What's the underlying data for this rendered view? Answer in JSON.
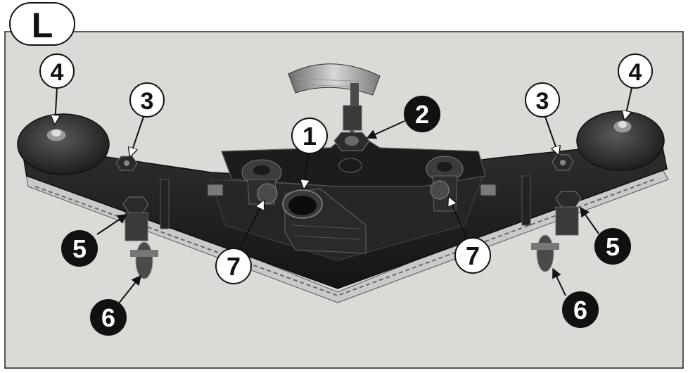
{
  "figure": {
    "panel_letter": "L",
    "background": "#d9dbd6",
    "frame_color": "#222222"
  },
  "callouts": [
    {
      "id": "c1-mid",
      "text": "1",
      "style": "white"
    },
    {
      "id": "c2-top",
      "text": "2",
      "style": "black"
    },
    {
      "id": "c3-left",
      "text": "3",
      "style": "white"
    },
    {
      "id": "c3-right",
      "text": "3",
      "style": "white"
    },
    {
      "id": "c4-left",
      "text": "4",
      "style": "white"
    },
    {
      "id": "c4-right",
      "text": "4",
      "style": "white"
    },
    {
      "id": "c5-left",
      "text": "5",
      "style": "black"
    },
    {
      "id": "c5-right",
      "text": "5",
      "style": "black"
    },
    {
      "id": "c6-left",
      "text": "6",
      "style": "black"
    },
    {
      "id": "c6-right",
      "text": "6",
      "style": "black"
    },
    {
      "id": "c7-left",
      "text": "7",
      "style": "white"
    },
    {
      "id": "c7-right",
      "text": "7",
      "style": "white"
    }
  ]
}
